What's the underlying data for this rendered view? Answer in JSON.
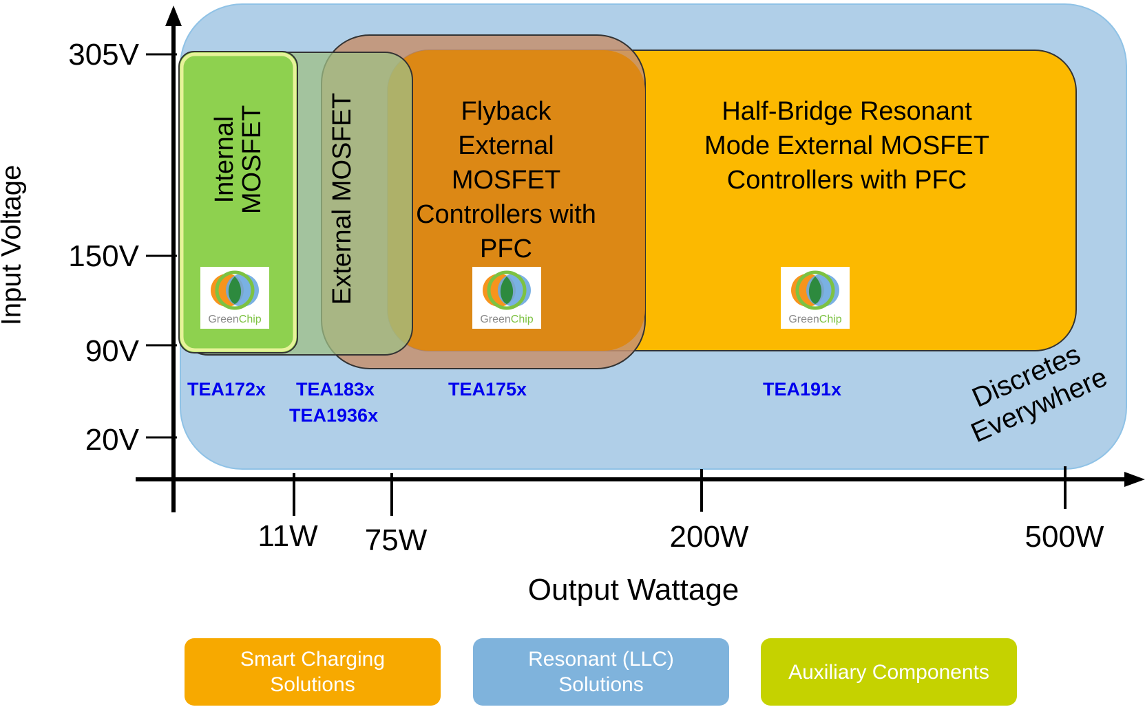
{
  "axes": {
    "y_title": "Input Voltage",
    "x_title": "Output Wattage",
    "y_ticks": [
      "305V",
      "150V",
      "90V",
      "20V"
    ],
    "x_ticks": [
      "11W",
      "75W",
      "200W",
      "500W"
    ]
  },
  "regions": {
    "internal": "Internal MOSFET",
    "internal_line1": "Internal",
    "internal_line2": "MOSFET",
    "external": "External MOSFET",
    "flyback": [
      "Flyback",
      "External",
      "MOSFET",
      "Controllers with",
      "PFC"
    ],
    "halfbridge": [
      "Half-Bridge Resonant",
      "Mode External MOSFET",
      "Controllers with PFC"
    ],
    "discretes": [
      "Discretes",
      "Everywhere"
    ]
  },
  "parts": {
    "tea172": "TEA172x",
    "tea183": "TEA183x",
    "tea1936": "TEA1936x",
    "tea175": "TEA175x",
    "tea191": "TEA191x"
  },
  "logo": {
    "word_gray": "Green",
    "word_green": "Chip",
    "icon": "greenchip-logo-icon"
  },
  "legend": [
    {
      "label_line1": "Smart Charging",
      "label_line2": "Solutions",
      "color": "#f7a900"
    },
    {
      "label_line1": "Resonant (LLC)",
      "label_line2": "Solutions",
      "color": "#7fb3dc"
    },
    {
      "label_line1": "Auxiliary Components",
      "label_line2": "",
      "color": "#c5d200"
    }
  ],
  "colors": {
    "discretes_bg": "#b0cfe8",
    "halfbridge": "#fcb900",
    "flyback": "#dd870f",
    "flyback_outer": "#c6906e",
    "external": "#90b593",
    "internal": "#8ed14f",
    "part_label": "#0000ee"
  }
}
